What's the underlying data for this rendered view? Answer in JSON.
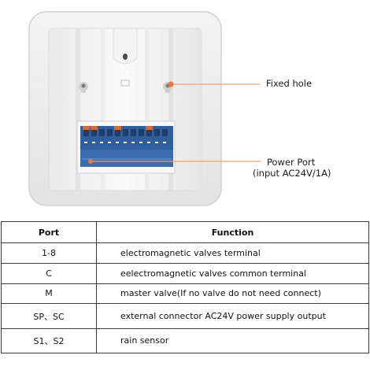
{
  "callouts": {
    "fixed_hole": "Fixed hole",
    "power_port": "Power Port",
    "power_port_note": "(input AC24V/1A)"
  },
  "table": {
    "headers": [
      "Port",
      "Function"
    ],
    "rows": [
      {
        "port": "1-8",
        "function": "electromagnetic valves terminal"
      },
      {
        "port": "C",
        "function": "eelectromagnetic valves  common terminal"
      },
      {
        "port": "M",
        "function": "master valve(If no valve do not need connect)"
      },
      {
        "port": "SP、SC",
        "function": "external connector AC24V power supply output"
      },
      {
        "port": "S1、S2",
        "function": "rain sensor"
      }
    ]
  },
  "colors": {
    "terminal_block": "#2f5f9f",
    "terminal_orange": "#d9682a",
    "callout_dot": "#e87a3c",
    "callout_line": "#f2a06a"
  },
  "icons": [
    "keyhole-slot-icon",
    "fixed-hole-icon",
    "terminal-block-icon"
  ]
}
